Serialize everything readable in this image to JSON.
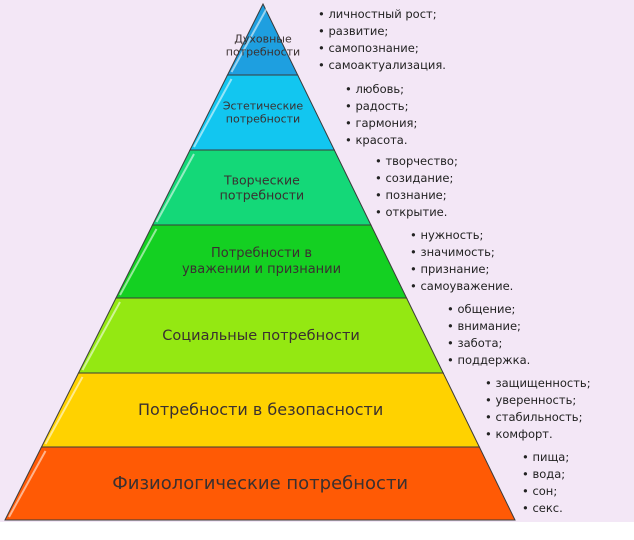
{
  "levels": [
    {
      "label": "Духовные потребности",
      "lines": [
        "Духовные",
        "потребности"
      ],
      "color": "#1e9fe0",
      "items": [
        "личностный рост;",
        "развитие;",
        "самопознание;",
        "самоактуализация."
      ]
    },
    {
      "label": "Эстетические потребности",
      "lines": [
        "Эстетические",
        "потребности"
      ],
      "color": "#12c6f0",
      "items": [
        "любовь;",
        "радость;",
        "гармония;",
        "красота."
      ]
    },
    {
      "label": "Творческие потребности",
      "lines": [
        "Творческие",
        "потребности"
      ],
      "color": "#14d878",
      "items": [
        "творчество;",
        "созидание;",
        "познание;",
        "открытие."
      ]
    },
    {
      "label": "Потребности в уважении и признании",
      "lines": [
        "Потребности в",
        "уважении и признании"
      ],
      "color": "#14d022",
      "items": [
        "нужность;",
        "значимость;",
        "признание;",
        "самоуважение."
      ]
    },
    {
      "label": "Социальные потребности",
      "lines": [
        "Социальные потребности"
      ],
      "color": "#94e812",
      "items": [
        "общение;",
        "внимание;",
        "забота;",
        "поддержка."
      ]
    },
    {
      "label": "Потребности в безопасности",
      "lines": [
        "Потребности в безопасности"
      ],
      "color": "#ffd200",
      "items": [
        "защищенность;",
        "уверенность;",
        "стабильность;",
        "комфорт."
      ]
    },
    {
      "label": "Физиологические потребности",
      "lines": [
        "Физиологические потребности"
      ],
      "color": "#ff5a05",
      "items": [
        "пища;",
        "вода;",
        "сон;",
        "секс."
      ]
    }
  ]
}
